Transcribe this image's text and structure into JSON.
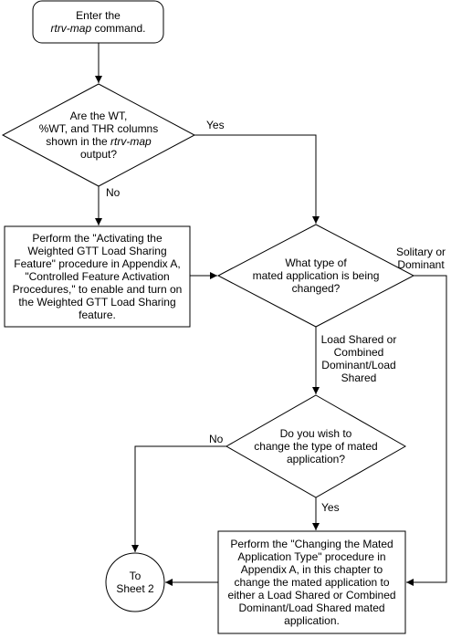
{
  "nodes": {
    "start": {
      "line1": "Enter the",
      "cmd": "rtrv-map",
      "tail": " command."
    },
    "d1": {
      "line1": "Are the WT,",
      "line2": "%WT, and THR columns",
      "pre": "shown in the ",
      "cmd": "rtrv-map",
      "line4": "output?"
    },
    "p1": {
      "lines": [
        "Perform the \"Activating the",
        "Weighted GTT Load Sharing",
        "Feature\" procedure in Appendix A,",
        "\"Controlled Feature Activation",
        "Procedures,\" to enable and turn on",
        "the Weighted GTT Load Sharing",
        "feature."
      ]
    },
    "d2": {
      "lines": [
        "What type of",
        "mated application is being",
        "changed?"
      ]
    },
    "d3": {
      "lines": [
        "Do you wish to",
        "change the type of mated",
        "application?"
      ]
    },
    "p2": {
      "lines": [
        "Perform the \"Changing the Mated",
        "Application Type\" procedure in",
        "Appendix A, in this chapter to",
        "change the mated application to",
        "either a Load Shared or Combined",
        "Dominant/Load Shared mated",
        "application."
      ]
    },
    "connector": {
      "lines": [
        "To",
        "Sheet 2"
      ]
    }
  },
  "edges": {
    "d1_yes": "Yes",
    "d1_no": "No",
    "d2_solitary": [
      "Solitary or",
      "Dominant"
    ],
    "d2_loadshared": [
      "Load Shared or",
      "Combined",
      "Dominant/Load",
      "Shared"
    ],
    "d3_no": "No",
    "d3_yes": "Yes"
  }
}
